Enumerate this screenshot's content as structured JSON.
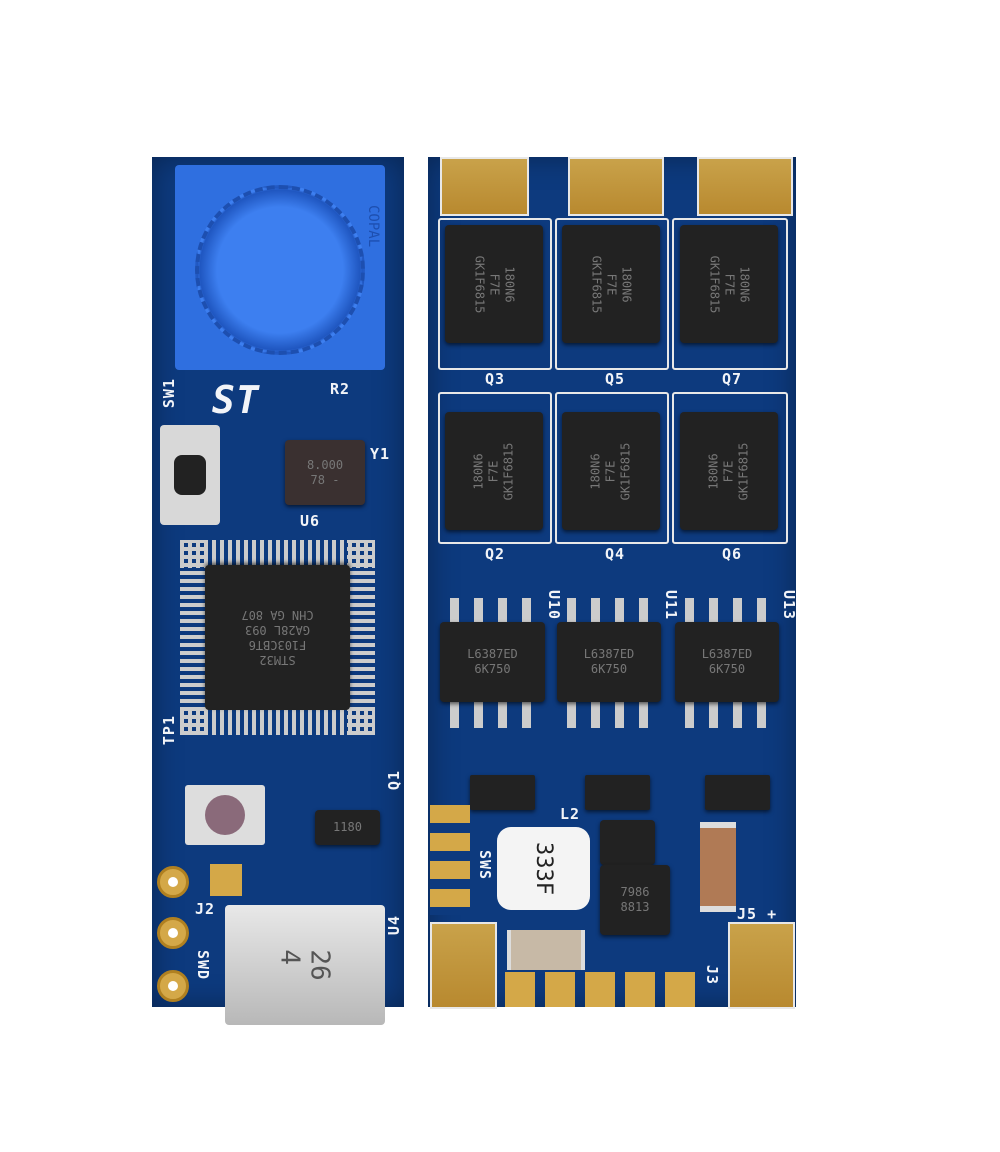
{
  "colors": {
    "board": "#0d3a7e",
    "potentiometer": "#2f6fe0",
    "gold": "#c9a24a",
    "chip": "#222222",
    "silkscreen": "#f2f4f8"
  },
  "labels": {
    "sw1": "SW1",
    "r2": "R2",
    "y1": "Y1",
    "u6": "U6",
    "tp1": "TP1",
    "q1": "Q1",
    "j2": "J2",
    "swd": "SWD",
    "u4": "U4",
    "q3": "Q3",
    "q5": "Q5",
    "q7": "Q7",
    "q2": "Q2",
    "q4": "Q4",
    "q6": "Q6",
    "u10": "U10",
    "u11": "U11",
    "u13": "U13",
    "l2": "L2",
    "sws": "SWS",
    "j5": "J5 +",
    "j3": "J3"
  },
  "markings": {
    "mcu": "STM32\nF103CBT6\nGA28L 093\nCHN GA 807",
    "crystal": "8.000\n78 -",
    "mosfet_top": "180N6\nF7E\nGK1F6815",
    "driver": "L6387ED\n6K750",
    "inductor": "333F",
    "regulator": "7986\n8813",
    "usb": "26\n4",
    "sot": "1180",
    "pot": "COPAL"
  },
  "logo": "ST"
}
